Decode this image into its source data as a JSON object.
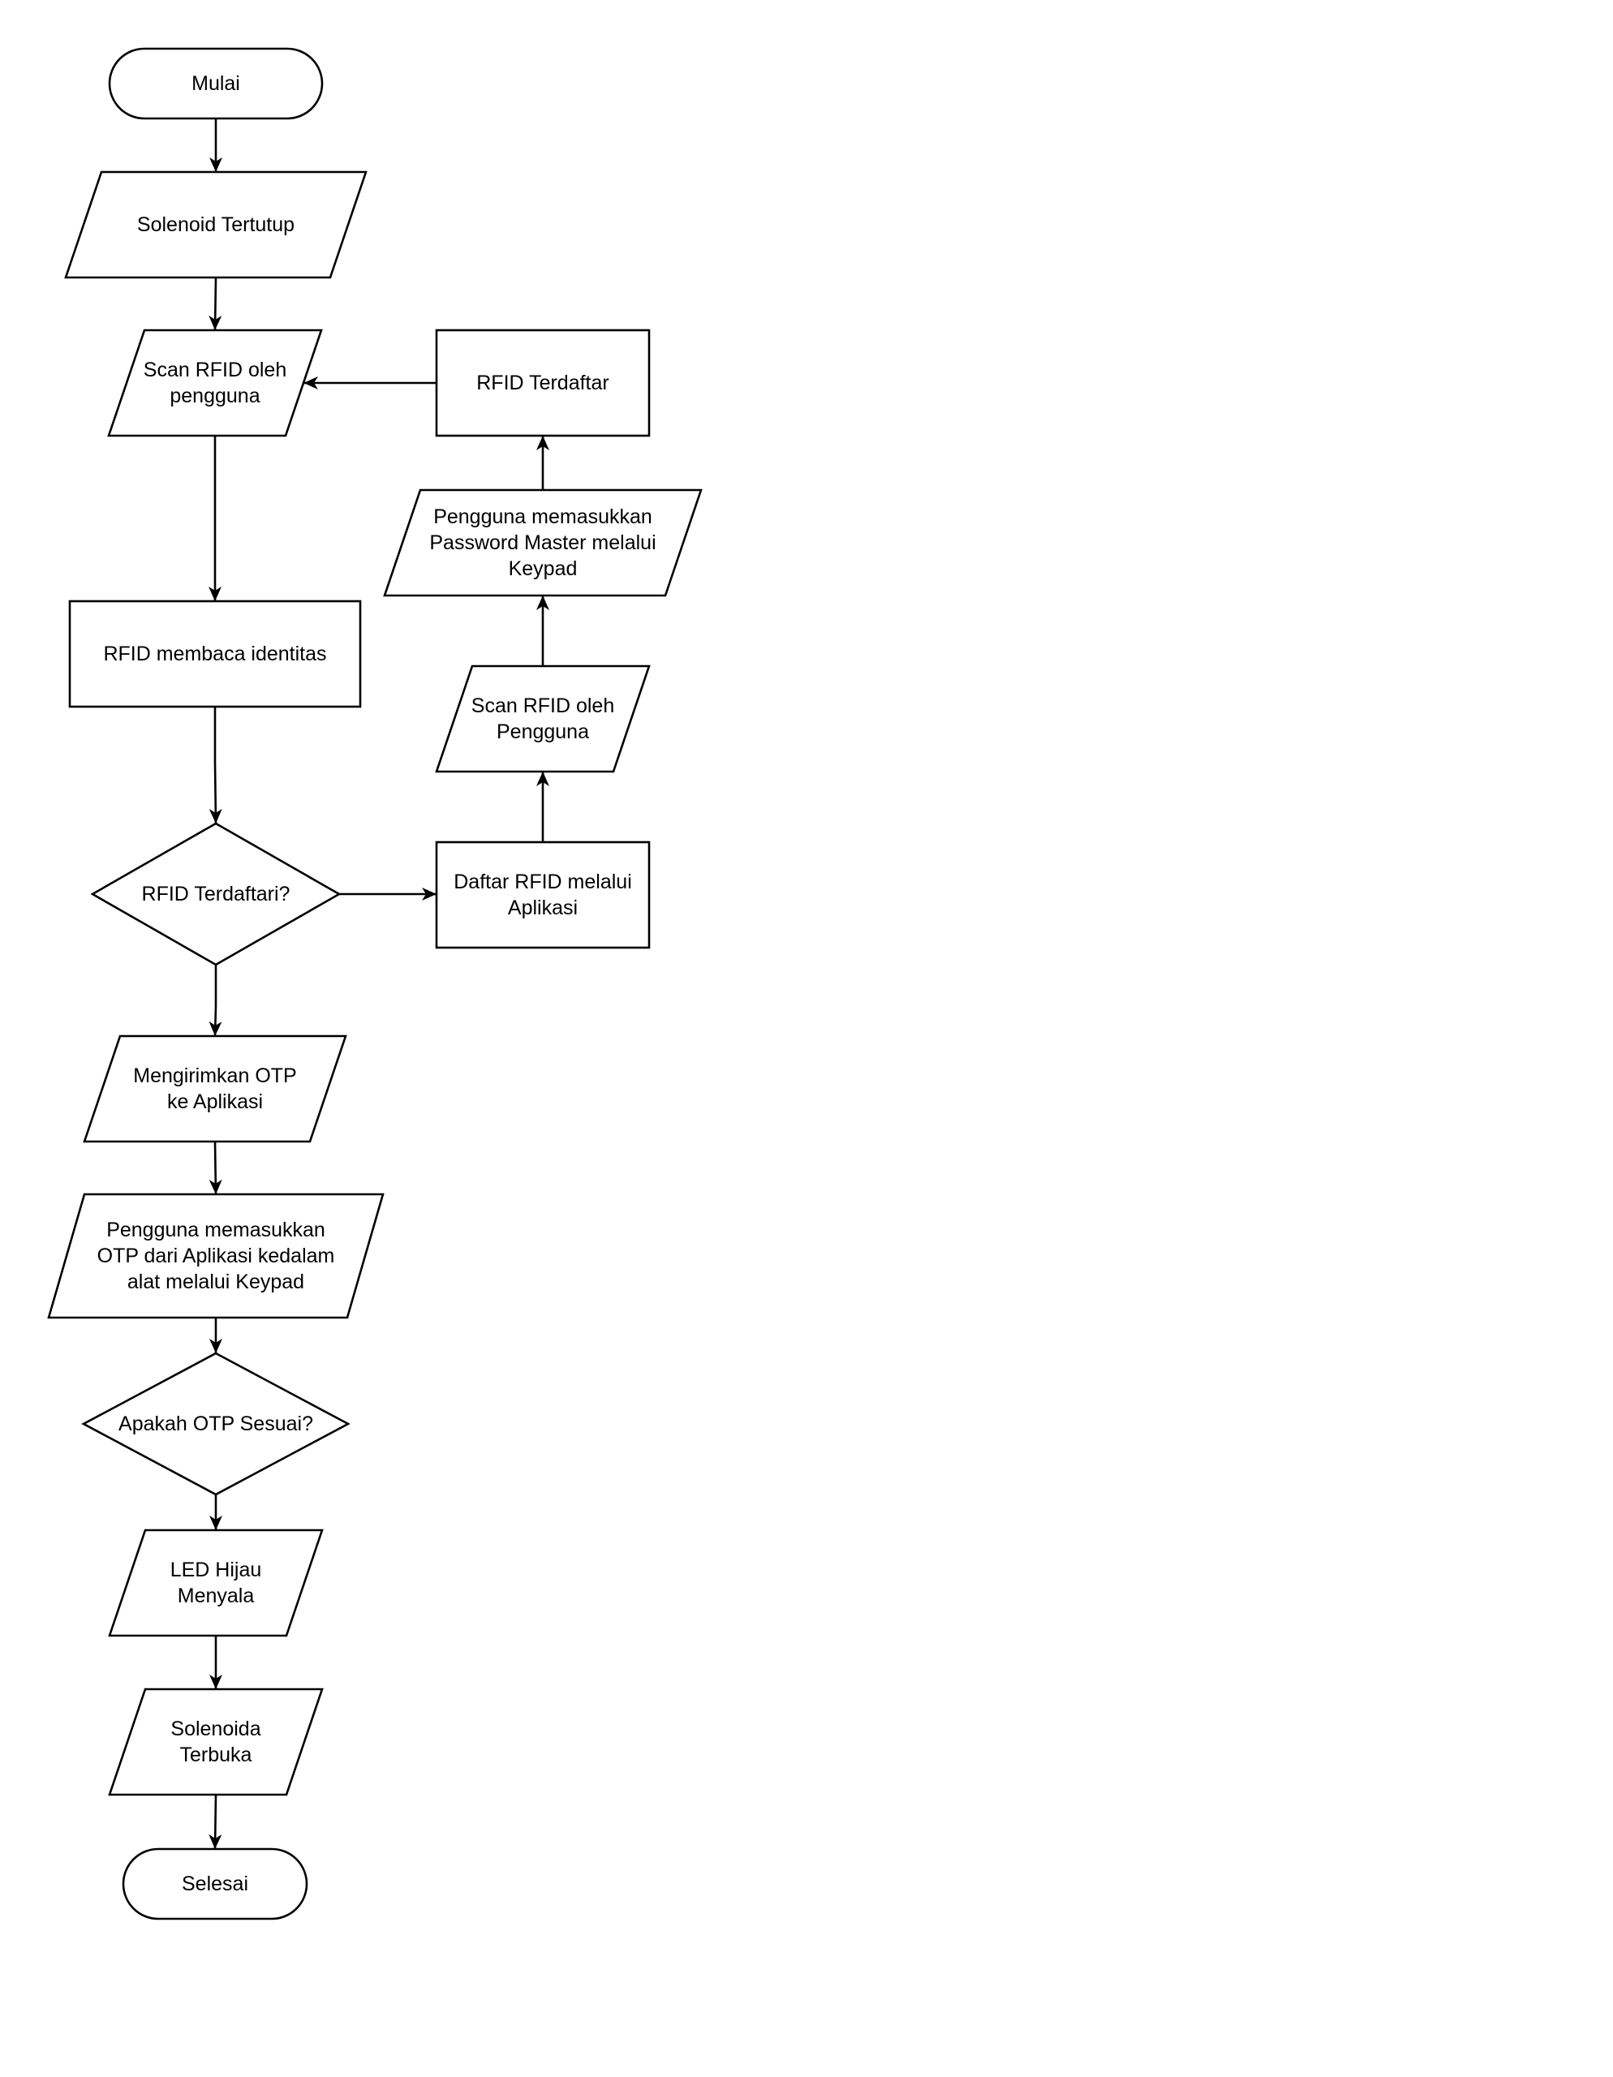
{
  "colors": {
    "stroke": "#000000",
    "fill": "#ffffff",
    "text": "#000000"
  },
  "nodes": [
    {
      "id": "mulai",
      "type": "terminal",
      "lines": [
        "Mulai"
      ]
    },
    {
      "id": "solenoid-tertutup",
      "type": "io",
      "lines": [
        "Solenoid Tertutup"
      ]
    },
    {
      "id": "scan-rfid-pengguna",
      "type": "io",
      "lines": [
        "Scan RFID oleh",
        "pengguna"
      ]
    },
    {
      "id": "rfid-membaca",
      "type": "process",
      "lines": [
        "RFID membaca identitas"
      ]
    },
    {
      "id": "rfid-terdaftari",
      "type": "decision",
      "lines": [
        "RFID Terdaftari?"
      ]
    },
    {
      "id": "kirim-otp",
      "type": "io",
      "lines": [
        "Mengirimkan OTP",
        "ke Aplikasi"
      ]
    },
    {
      "id": "masukkan-otp",
      "type": "io",
      "lines": [
        "Pengguna memasukkan",
        "OTP dari Aplikasi kedalam",
        "alat melalui Keypad"
      ]
    },
    {
      "id": "otp-sesuai",
      "type": "decision",
      "lines": [
        "Apakah OTP Sesuai?"
      ]
    },
    {
      "id": "led-hijau",
      "type": "io",
      "lines": [
        "LED Hijau",
        "Menyala"
      ]
    },
    {
      "id": "solenoida-terbuka",
      "type": "io",
      "lines": [
        "Solenoida",
        "Terbuka"
      ]
    },
    {
      "id": "selesai",
      "type": "terminal",
      "lines": [
        "Selesai"
      ]
    },
    {
      "id": "daftar-rfid",
      "type": "process",
      "lines": [
        "Daftar RFID melalui",
        "Aplikasi"
      ]
    },
    {
      "id": "scan-rfid-pengguna-2",
      "type": "io",
      "lines": [
        "Scan RFID oleh",
        "Pengguna"
      ]
    },
    {
      "id": "password-master",
      "type": "io",
      "lines": [
        "Pengguna memasukkan",
        "Password Master melalui",
        "Keypad"
      ]
    },
    {
      "id": "rfid-terdaftar",
      "type": "process",
      "lines": [
        "RFID Terdaftar"
      ]
    }
  ],
  "edges": [
    {
      "from": "mulai",
      "to": "solenoid-tertutup"
    },
    {
      "from": "solenoid-tertutup",
      "to": "scan-rfid-pengguna"
    },
    {
      "from": "scan-rfid-pengguna",
      "to": "rfid-membaca"
    },
    {
      "from": "rfid-membaca",
      "to": "rfid-terdaftari"
    },
    {
      "from": "rfid-terdaftari",
      "to": "kirim-otp"
    },
    {
      "from": "kirim-otp",
      "to": "masukkan-otp"
    },
    {
      "from": "masukkan-otp",
      "to": "otp-sesuai"
    },
    {
      "from": "otp-sesuai",
      "to": "led-hijau"
    },
    {
      "from": "led-hijau",
      "to": "solenoida-terbuka"
    },
    {
      "from": "solenoida-terbuka",
      "to": "selesai"
    },
    {
      "from": "rfid-terdaftari",
      "to": "daftar-rfid"
    },
    {
      "from": "daftar-rfid",
      "to": "scan-rfid-pengguna-2"
    },
    {
      "from": "scan-rfid-pengguna-2",
      "to": "password-master"
    },
    {
      "from": "password-master",
      "to": "rfid-terdaftar"
    },
    {
      "from": "rfid-terdaftar",
      "to": "scan-rfid-pengguna"
    }
  ]
}
